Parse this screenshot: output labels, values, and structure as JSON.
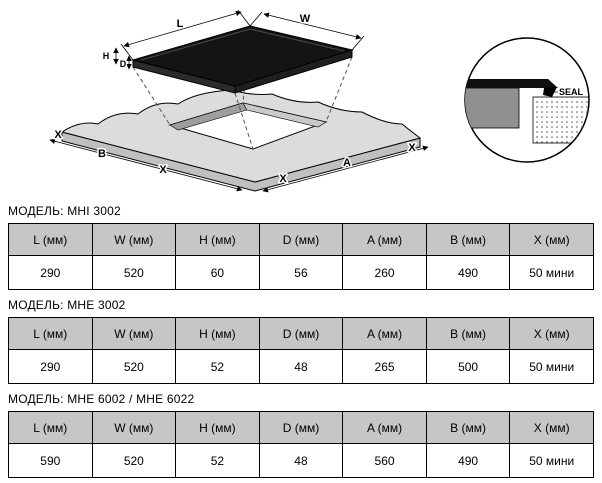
{
  "diagram": {
    "labels": {
      "l": "L",
      "w": "W",
      "h": "H",
      "d": "D",
      "x1": "X",
      "b": "B",
      "x2": "X",
      "x3": "X",
      "a": "A",
      "x4": "X",
      "seal": "SEAL"
    },
    "colors": {
      "glass": "#141414",
      "counter_top": "#dcdcdc",
      "counter_edge": "#c0c0c0"
    }
  },
  "tables": [
    {
      "model_label": "МОДЕЛЬ: MHI 3002",
      "headers": [
        "L (мм)",
        "W (мм)",
        "H (мм)",
        "D (мм)",
        "A (мм)",
        "B (мм)",
        "X (мм)"
      ],
      "values": [
        "290",
        "520",
        "60",
        "56",
        "260",
        "490",
        "50 мини"
      ]
    },
    {
      "model_label": "МОДЕЛЬ: MHE 3002",
      "headers": [
        "L (мм)",
        "W (мм)",
        "H (мм)",
        "D (мм)",
        "A (мм)",
        "B (мм)",
        "X (мм)"
      ],
      "values": [
        "290",
        "520",
        "52",
        "48",
        "265",
        "500",
        "50 мини"
      ]
    },
    {
      "model_label": "МОДЕЛЬ: MHE 6002 / MHE 6022",
      "headers": [
        "L (мм)",
        "W (мм)",
        "H (мм)",
        "D (мм)",
        "A (мм)",
        "B (мм)",
        "X (мм)"
      ],
      "values": [
        "590",
        "520",
        "52",
        "48",
        "560",
        "490",
        "50 мини"
      ]
    }
  ]
}
